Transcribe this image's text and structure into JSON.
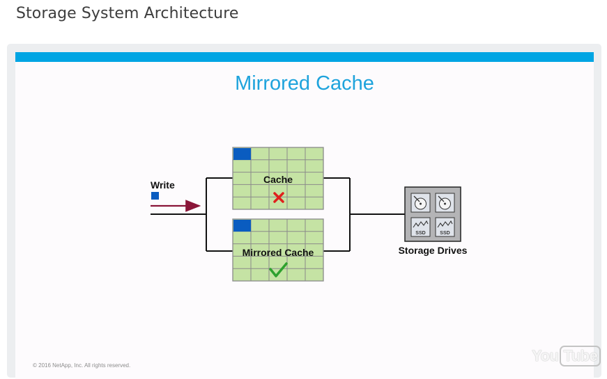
{
  "page": {
    "heading": "Storage System Architecture"
  },
  "slide": {
    "title": "Mirrored Cache",
    "copyright": "© 2016 NetApp, Inc. All rights reserved.",
    "colors": {
      "topbar": "#00a5e3",
      "title": "#1ea3dc",
      "cache_cell": "#c5e3a4",
      "cache_block": "#0a5cc0",
      "write_arrow": "#8a1538",
      "fail_mark": "#e0201c",
      "ok_mark": "#2ea12e"
    }
  },
  "diagram": {
    "write_label": "Write",
    "cache_label": "Cache",
    "cache_status_icon": "x-mark-icon",
    "mirrored_cache_label": "Mirrored Cache",
    "mirrored_status_icon": "check-mark-icon",
    "storage_label": "Storage Drives",
    "drive_icons": [
      "hdd-icon",
      "hdd-icon",
      "ssd-icon",
      "ssd-icon"
    ],
    "ssd_text": "SSD"
  },
  "player": {
    "logo_you": "You",
    "logo_tube": "Tube"
  }
}
